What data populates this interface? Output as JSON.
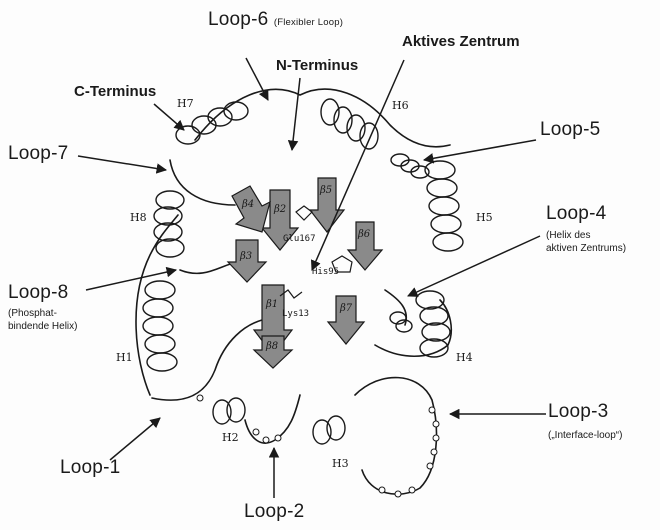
{
  "colors": {
    "ink": "#1a1a1a",
    "paper": "#fdfdfd",
    "sheet_fill": "#8a8a8a"
  },
  "labels": {
    "loop6": "Loop-6",
    "loop6_note": "(Flexibler Loop)",
    "n_terminus": "N-Terminus",
    "active_site": "Aktives Zentrum",
    "c_terminus": "C-Terminus",
    "loop7": "Loop-7",
    "loop5": "Loop-5",
    "loop4": "Loop-4",
    "loop4_note_1": "(Helix des",
    "loop4_note_2": "aktiven Zentrums)",
    "loop8": "Loop-8",
    "loop8_note_1": "(Phosphat-",
    "loop8_note_2": "bindende Helix)",
    "loop3": "Loop-3",
    "loop3_note": "(„Interface-loop“)",
    "loop1": "Loop-1",
    "loop2": "Loop-2"
  },
  "helices": [
    "H1",
    "H2",
    "H3",
    "H4",
    "H5",
    "H6",
    "H7",
    "H8"
  ],
  "residues": [
    "Glu167",
    "His95",
    "Lys13"
  ],
  "strands": [
    "β1",
    "β2",
    "β3",
    "β4",
    "β5",
    "β6",
    "β7",
    "β8"
  ]
}
